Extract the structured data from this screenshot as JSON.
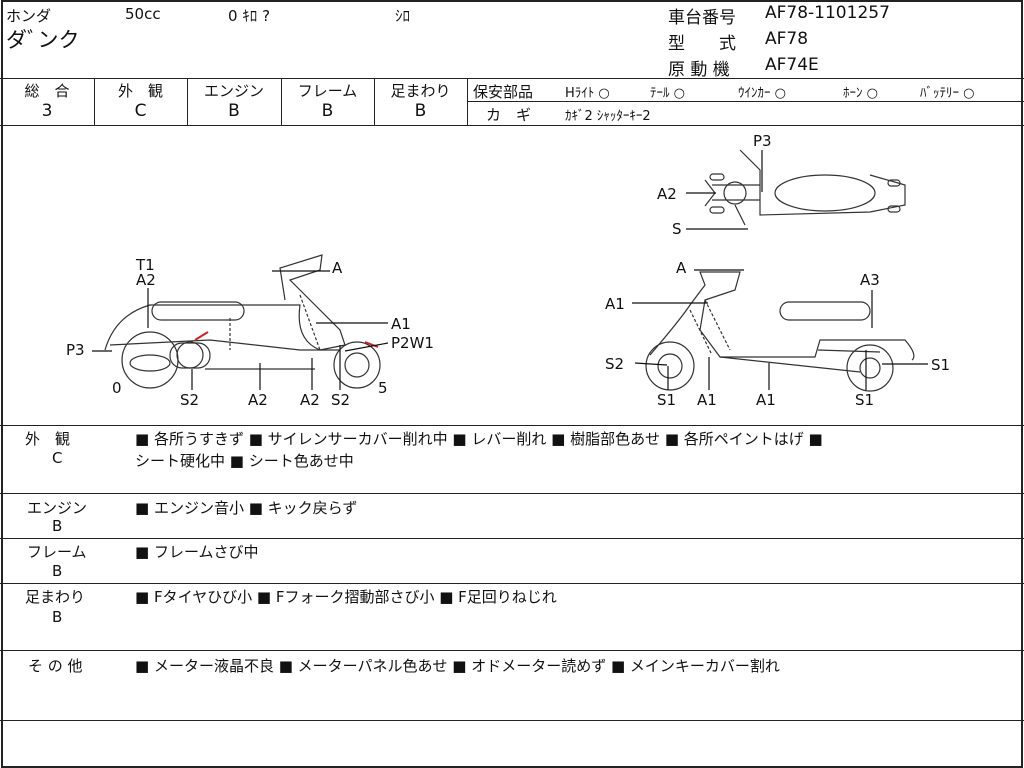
{
  "header": {
    "maker": "ホンダ",
    "displacement": "50cc",
    "mileage": "0 ｷﾛ ?",
    "color": "ｼﾛ",
    "model_name": "ダﾞンク",
    "chassis_label": "車台番号",
    "chassis_no": "AF78-1101257",
    "type_label": "型　　式",
    "type_value": "AF78",
    "engine_label": "原 動 機",
    "engine_value": "AF74E"
  },
  "grades": [
    {
      "label": "総　合",
      "value": "3"
    },
    {
      "label": "外　観",
      "value": "C"
    },
    {
      "label": "エンジン",
      "value": "B"
    },
    {
      "label": "フレーム",
      "value": "B"
    },
    {
      "label": "足まわり",
      "value": "B"
    }
  ],
  "safety": {
    "label": "保安部品",
    "items": [
      "Hﾗｲﾄ ○",
      "ﾃｰﾙ ○",
      "ｳｲﾝｶｰ ○",
      "ﾎｰﾝ ○",
      "ﾊﾞｯﾃﾘｰ ○"
    ],
    "key_label": "カ　ギ",
    "key_value": "ｶｷﾞ2 ｼｬｯﾀｰｷｰ2"
  },
  "diagram": {
    "side_left": [
      "T1",
      "A2",
      "A",
      "A1",
      "P2W1",
      "P3",
      "0",
      "S2",
      "A2",
      "A2",
      "S2",
      "5"
    ],
    "side_right": [
      "A",
      "A3",
      "A1",
      "S2",
      "S1",
      "A1",
      "A1",
      "S1",
      "S1"
    ],
    "top": [
      "P3",
      "A2",
      "S"
    ]
  },
  "comments": [
    {
      "category": "外　観",
      "grade": "C",
      "text": "■ 各所うすきず ■ サイレンサーカバー削れ中 ■ レバー削れ ■ 樹脂部色あせ ■ 各所ペイントはげ ■",
      "text2": "シート硬化中 ■ シート色あせ中"
    },
    {
      "category": "エンジン",
      "grade": "B",
      "text": "■ エンジン音小 ■ キック戻らず"
    },
    {
      "category": "フレーム",
      "grade": "B",
      "text": "■ フレームさび中"
    },
    {
      "category": "足まわり",
      "grade": "B",
      "text": "■ Fタイヤひび小 ■ Fフォーク摺動部さび小 ■ F足回りねじれ"
    },
    {
      "category": "そ の 他",
      "text": "■ メーター液晶不良 ■ メーターパネル色あせ ■ オドメーター読めず ■ メインキーカバー割れ"
    }
  ]
}
